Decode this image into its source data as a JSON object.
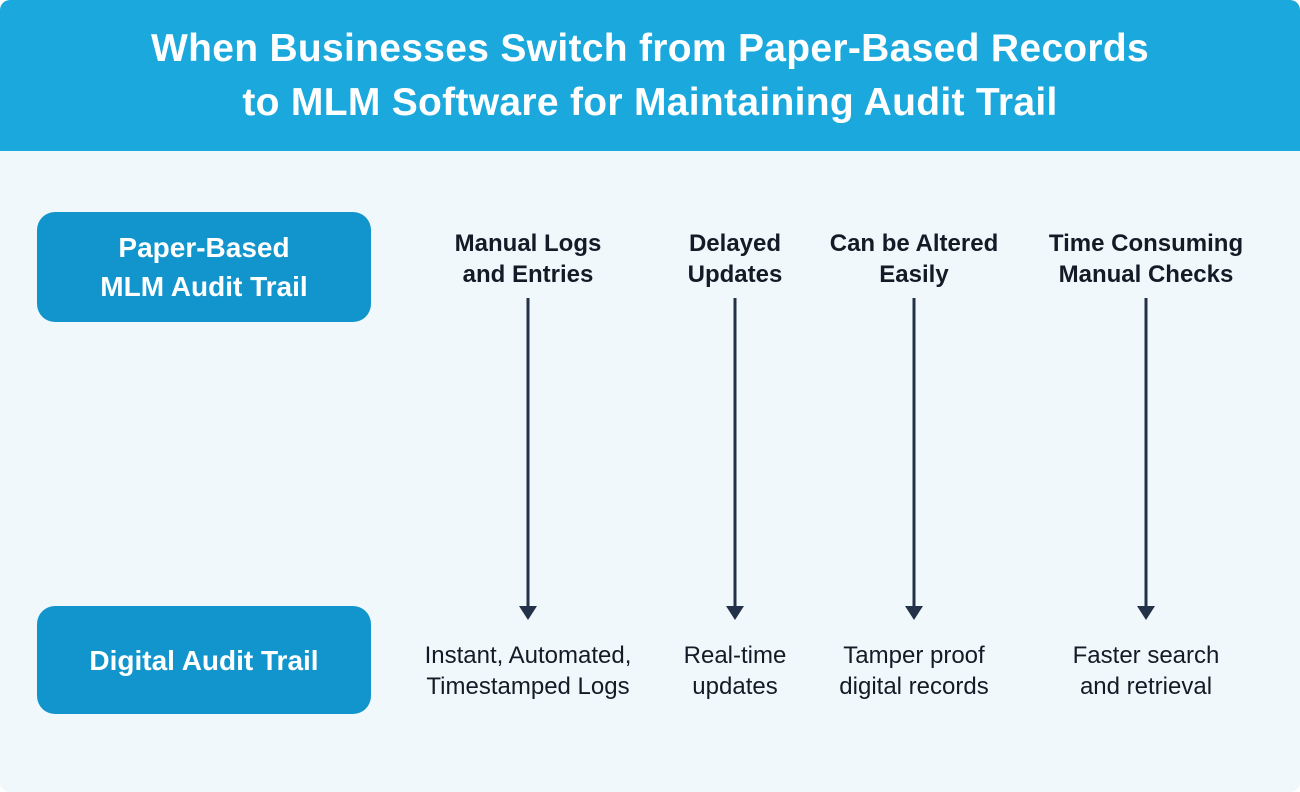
{
  "colors": {
    "header_bg": "#1BA8DC",
    "box_bg": "#1295CC",
    "body_bg": "#F0F8FC",
    "arrow_color": "#233248",
    "text_dark": "#131B27"
  },
  "header": {
    "title": "When Businesses Switch from Paper-Based Records\nto MLM Software for Maintaining Audit Trail"
  },
  "rows": {
    "paper_label": "Paper-Based\nMLM Audit Trail",
    "digital_label": "Digital Audit Trail"
  },
  "columns": [
    {
      "paper": "Manual Logs\nand Entries",
      "digital": "Instant, Automated,\nTimestamped Logs"
    },
    {
      "paper": "Delayed\nUpdates",
      "digital": "Real-time\nupdates"
    },
    {
      "paper": "Can be Altered\nEasily",
      "digital": "Tamper proof\ndigital records"
    },
    {
      "paper": "Time Consuming\nManual Checks",
      "digital": "Faster search\nand retrieval"
    }
  ]
}
